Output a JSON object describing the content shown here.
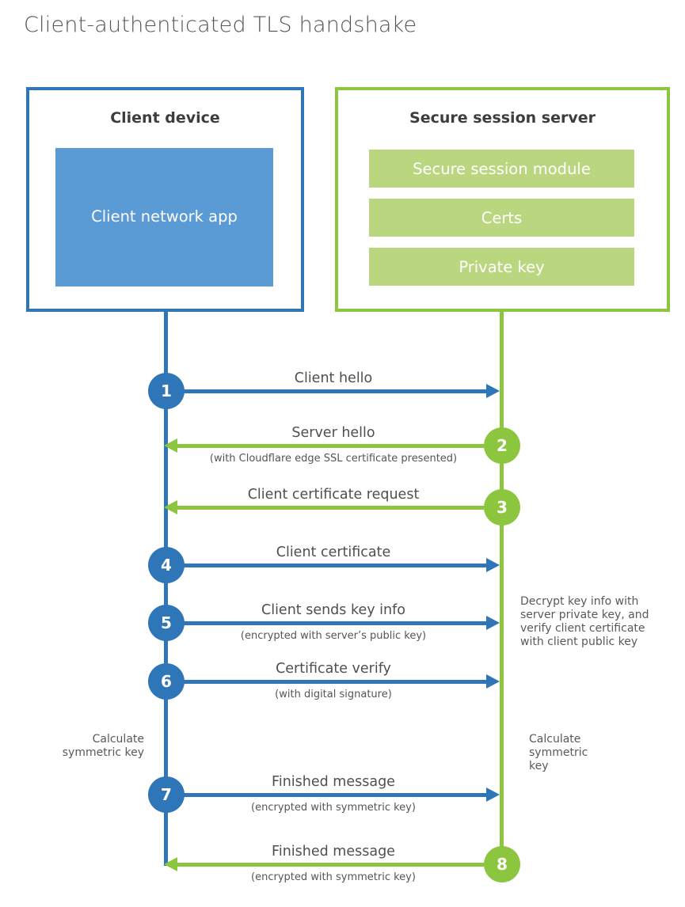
{
  "title": "Client-authenticated TLS handshake",
  "colors": {
    "client_accent": "#2e76b8",
    "client_fill": "#5b9bd5",
    "server_accent": "#8cc63f",
    "server_fill": "#bad780",
    "text_dark": "#3d3d3d",
    "text_label": "#4f4f4f"
  },
  "client_box": {
    "title": "Client device",
    "app_label": "Client network app"
  },
  "server_box": {
    "title": "Secure session server",
    "modules": [
      "Secure session module",
      "Certs",
      "Private key"
    ]
  },
  "steps": [
    {
      "num": "1",
      "actor": "client",
      "direction": "right",
      "label": "Client hello",
      "sublabel": ""
    },
    {
      "num": "2",
      "actor": "server",
      "direction": "left",
      "label": "Server hello",
      "sublabel": "(with Cloudflare edge SSL certificate presented)"
    },
    {
      "num": "3",
      "actor": "server",
      "direction": "left",
      "label": "Client certificate request",
      "sublabel": ""
    },
    {
      "num": "4",
      "actor": "client",
      "direction": "right",
      "label": "Client certificate",
      "sublabel": ""
    },
    {
      "num": "5",
      "actor": "client",
      "direction": "right",
      "label": "Client sends key info",
      "sublabel": "(encrypted with server’s public key)"
    },
    {
      "num": "6",
      "actor": "client",
      "direction": "right",
      "label": "Certificate verify",
      "sublabel": "(with digital signature)"
    },
    {
      "num": "7",
      "actor": "client",
      "direction": "right",
      "label": "Finished message",
      "sublabel": "(encrypted with symmetric key)"
    },
    {
      "num": "8",
      "actor": "server",
      "direction": "left",
      "label": "Finished message",
      "sublabel": "(encrypted with symmetric key)"
    }
  ],
  "notes": {
    "decrypt_note": "Decrypt key info with server private key, and verify client certificate with client public key",
    "calc_left": "Calculate symmetric key",
    "calc_right": "Calculate symmetric key"
  }
}
